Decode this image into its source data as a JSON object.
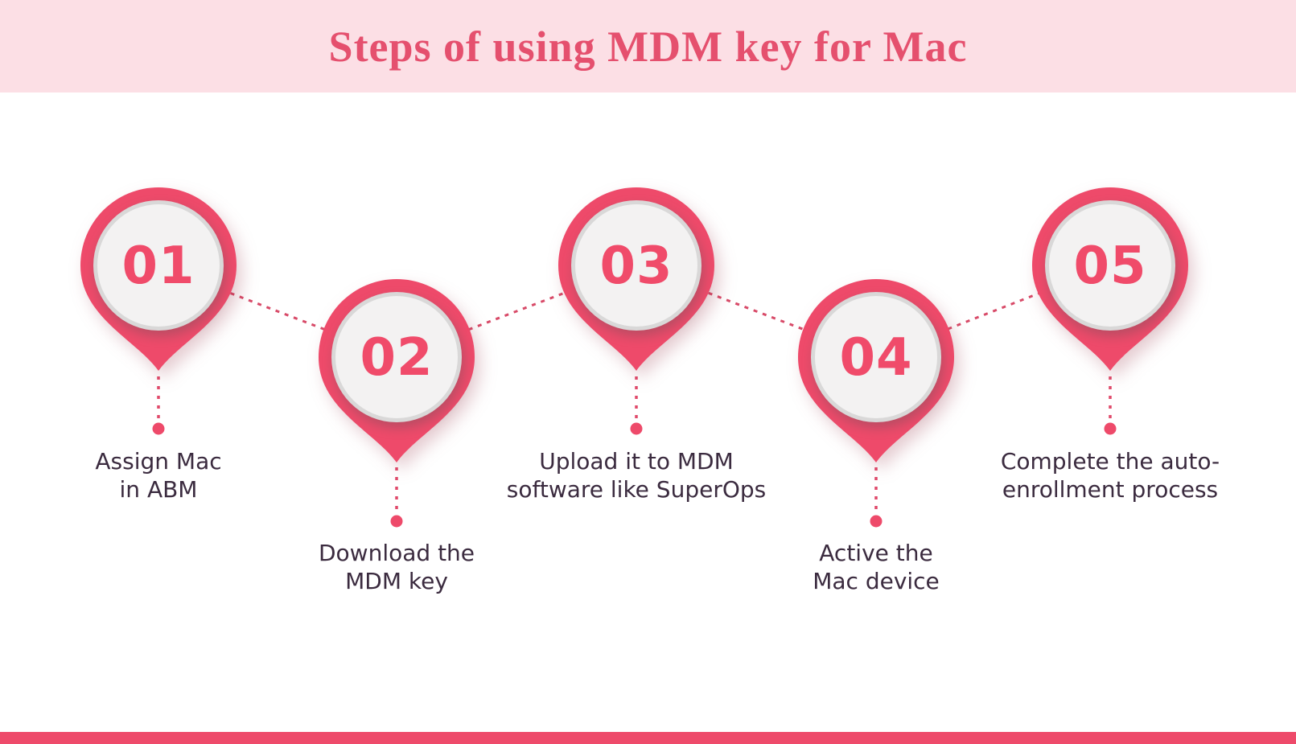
{
  "header": {
    "title": "Steps of using MDM key for Mac"
  },
  "steps": [
    {
      "num": "01",
      "label_line1": "Assign Mac",
      "label_line2": "in ABM"
    },
    {
      "num": "02",
      "label_line1": "Download the",
      "label_line2": "MDM key"
    },
    {
      "num": "03",
      "label_line1": "Upload it to MDM",
      "label_line2": "software like SuperOps"
    },
    {
      "num": "04",
      "label_line1": "Active the",
      "label_line2": "Mac device"
    },
    {
      "num": "05",
      "label_line1": "Complete the auto-",
      "label_line2": "enrollment process"
    }
  ],
  "colors": {
    "pin_red": "#ee4a6a",
    "number_red": "#f04b6a",
    "header_background": "#fcdfe5",
    "title_text": "#e5506e",
    "label_text": "#3b2b3f",
    "connector_red": "#d84a68",
    "inner_circle_fill": "#f3f2f2",
    "inner_circle_ring": "#d9d8d8",
    "bottom_bar": "#ee4a6a"
  }
}
